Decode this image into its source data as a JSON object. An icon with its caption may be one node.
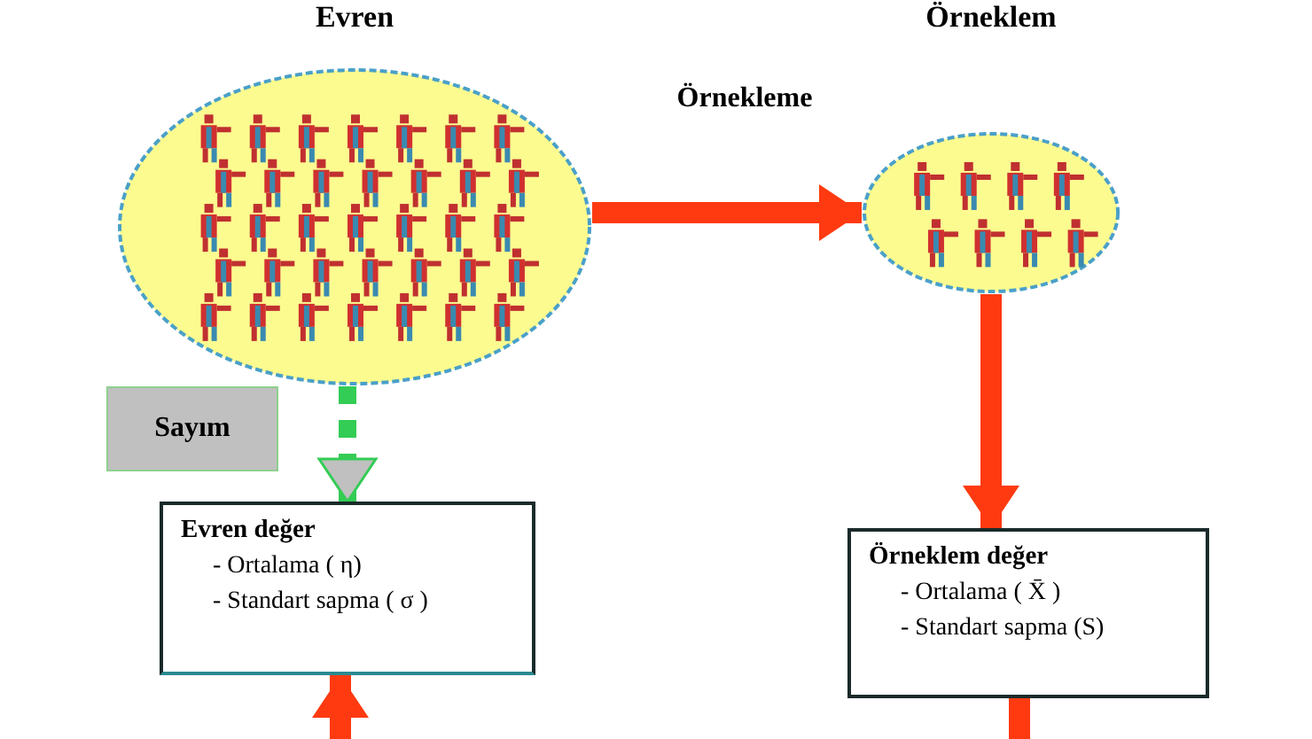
{
  "diagram": {
    "nodes": [
      {
        "text": [
          "Evren"
        ]
      },
      {
        "text": [
          "Örneklem"
        ]
      },
      {
        "text": [
          "Sayım"
        ]
      },
      {
        "text": [
          "Evren değer",
          "- Ortalama ( η)",
          "- Standart sapma ( σ )"
        ]
      },
      {
        "text": [
          "Örneklem değer",
          "- Ortalama ( X̄ )",
          "- Standart sapma (S)"
        ]
      }
    ],
    "edges": [
      {
        "from": 0,
        "to": 1,
        "arrow": "to",
        "label": "Örnekleme"
      },
      {
        "from": 0,
        "to": 3,
        "arrow": "to",
        "style": "dashed",
        "color": "#33cc55"
      },
      {
        "from": 1,
        "to": 4,
        "arrow": "to"
      },
      {
        "from": 4,
        "to": null,
        "arrow": "none"
      },
      {
        "from": null,
        "to": 3,
        "arrow": "to"
      }
    ]
  }
}
